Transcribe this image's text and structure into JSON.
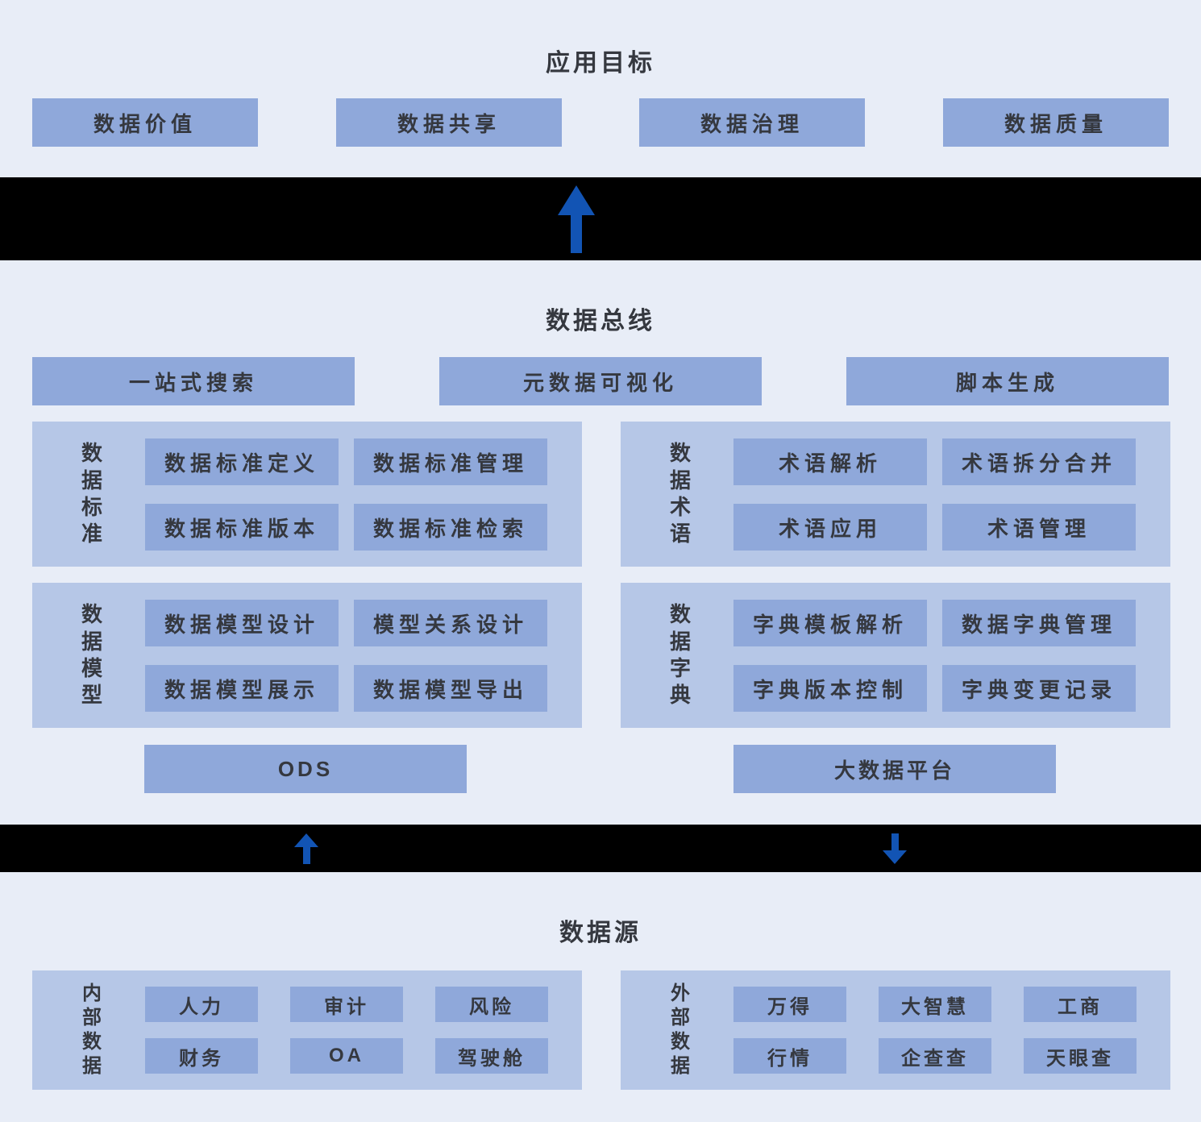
{
  "colors": {
    "background": "#e8edf7",
    "box_fill": "#8fa8da",
    "panel_fill": "#b6c7e7",
    "band_fill": "#000000",
    "arrow_blue": "#1254b4",
    "text": "#35383f"
  },
  "sections": {
    "goals": {
      "title": "应用目标",
      "items": [
        "数据价值",
        "数据共享",
        "数据治理",
        "数据质量"
      ]
    },
    "bus": {
      "title": "数据总线",
      "top_items": [
        "一站式搜索",
        "元数据可视化",
        "脚本生成"
      ],
      "groups": [
        {
          "label": "数据标准",
          "items": [
            "数据标准定义",
            "数据标准管理",
            "数据标准版本",
            "数据标准检索"
          ]
        },
        {
          "label": "数据术语",
          "items": [
            "术语解析",
            "术语拆分合并",
            "术语应用",
            "术语管理"
          ]
        },
        {
          "label": "数据模型",
          "items": [
            "数据模型设计",
            "模型关系设计",
            "数据模型展示",
            "数据模型导出"
          ]
        },
        {
          "label": "数据字典",
          "items": [
            "字典模板解析",
            "数据字典管理",
            "字典版本控制",
            "字典变更记录"
          ]
        }
      ],
      "platforms": [
        "ODS",
        "大数据平台"
      ]
    },
    "sources": {
      "title": "数据源",
      "groups": [
        {
          "label": "内部数据",
          "items": [
            "人力",
            "审计",
            "风险",
            "财务",
            "OA",
            "驾驶舱"
          ]
        },
        {
          "label": "外部数据",
          "items": [
            "万得",
            "大智慧",
            "工商",
            "行情",
            "企查查",
            "天眼查"
          ]
        }
      ]
    }
  },
  "icons": {
    "up_arrow": "arrow-up",
    "down_arrow": "arrow-down"
  }
}
